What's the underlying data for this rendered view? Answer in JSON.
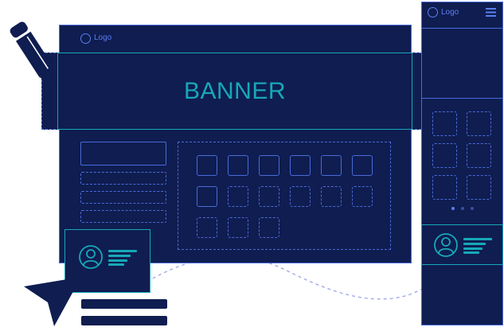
{
  "desktop": {
    "logo_label": "Logo",
    "banner_label": "BANNER"
  },
  "mobile": {
    "logo_label": "Logo",
    "menu_icon": "hamburger-menu-icon",
    "carousel_dots": 3,
    "carousel_active_index": 0
  },
  "icons": {
    "pencil": "pencil-icon",
    "cursor": "cursor-arrow-icon",
    "avatar": "user-avatar-icon"
  },
  "colors": {
    "navy": "#0f1d50",
    "outline_blue": "#4a6ad8",
    "accent_teal": "#17a8b8",
    "path_dash": "#9aa8e6"
  }
}
